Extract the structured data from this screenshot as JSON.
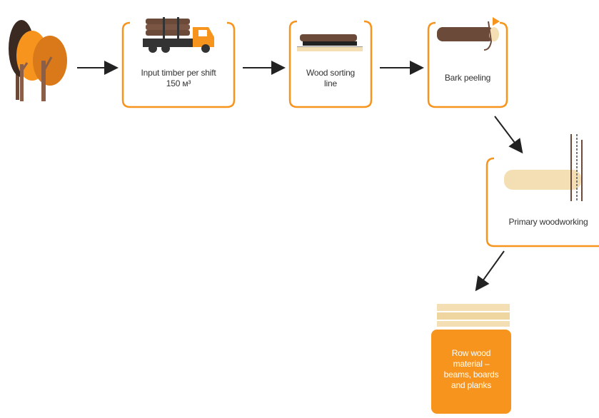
{
  "colors": {
    "accent": "#f7941d",
    "accent_light": "#f9b15a",
    "dark_brown": "#3b2a22",
    "bark": "#6b4a3a",
    "arrow": "#222222",
    "text": "#333333",
    "wood_light": "#f3dfb3"
  },
  "steps": [
    {
      "id": "input_timber",
      "lines": [
        "Input timber per shift",
        "150 м³"
      ],
      "icon": "timber-truck-icon"
    },
    {
      "id": "sorting",
      "lines": [
        "Wood sorting",
        "line"
      ],
      "icon": "conveyor-logs-icon"
    },
    {
      "id": "bark",
      "lines": [
        "Bark peeling"
      ],
      "icon": "bark-peeling-log-icon"
    },
    {
      "id": "primary",
      "lines": [
        "Primary woodworking"
      ],
      "icon": "saw-log-icon"
    },
    {
      "id": "raw",
      "lines": [
        "Row wood",
        "material –",
        "beams, boards",
        "and planks"
      ],
      "icon": "wood-planks-icon"
    }
  ],
  "start_icon": "trees-icon"
}
